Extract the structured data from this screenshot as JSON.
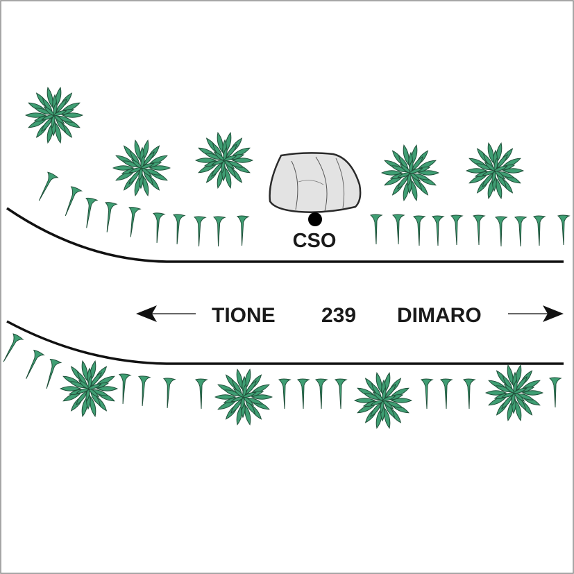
{
  "labels": {
    "station": "CSO",
    "route_number": "239",
    "direction_left": "TIONE",
    "direction_right": "DIMARO"
  },
  "icons": {
    "shrub": "shrub-icon",
    "grass": "grass-tuft-icon",
    "rock": "boulder-icon",
    "marker": "station-dot-icon",
    "arrow": "arrow-icon"
  },
  "colors": {
    "vegetation_fill": "#3f9e73",
    "vegetation_stroke": "#20503a",
    "rock_fill": "#e3e3e3",
    "rock_stroke": "#2a2a2a",
    "road_line": "#111111",
    "text": "#1a1a1a",
    "frame": "#888888"
  }
}
